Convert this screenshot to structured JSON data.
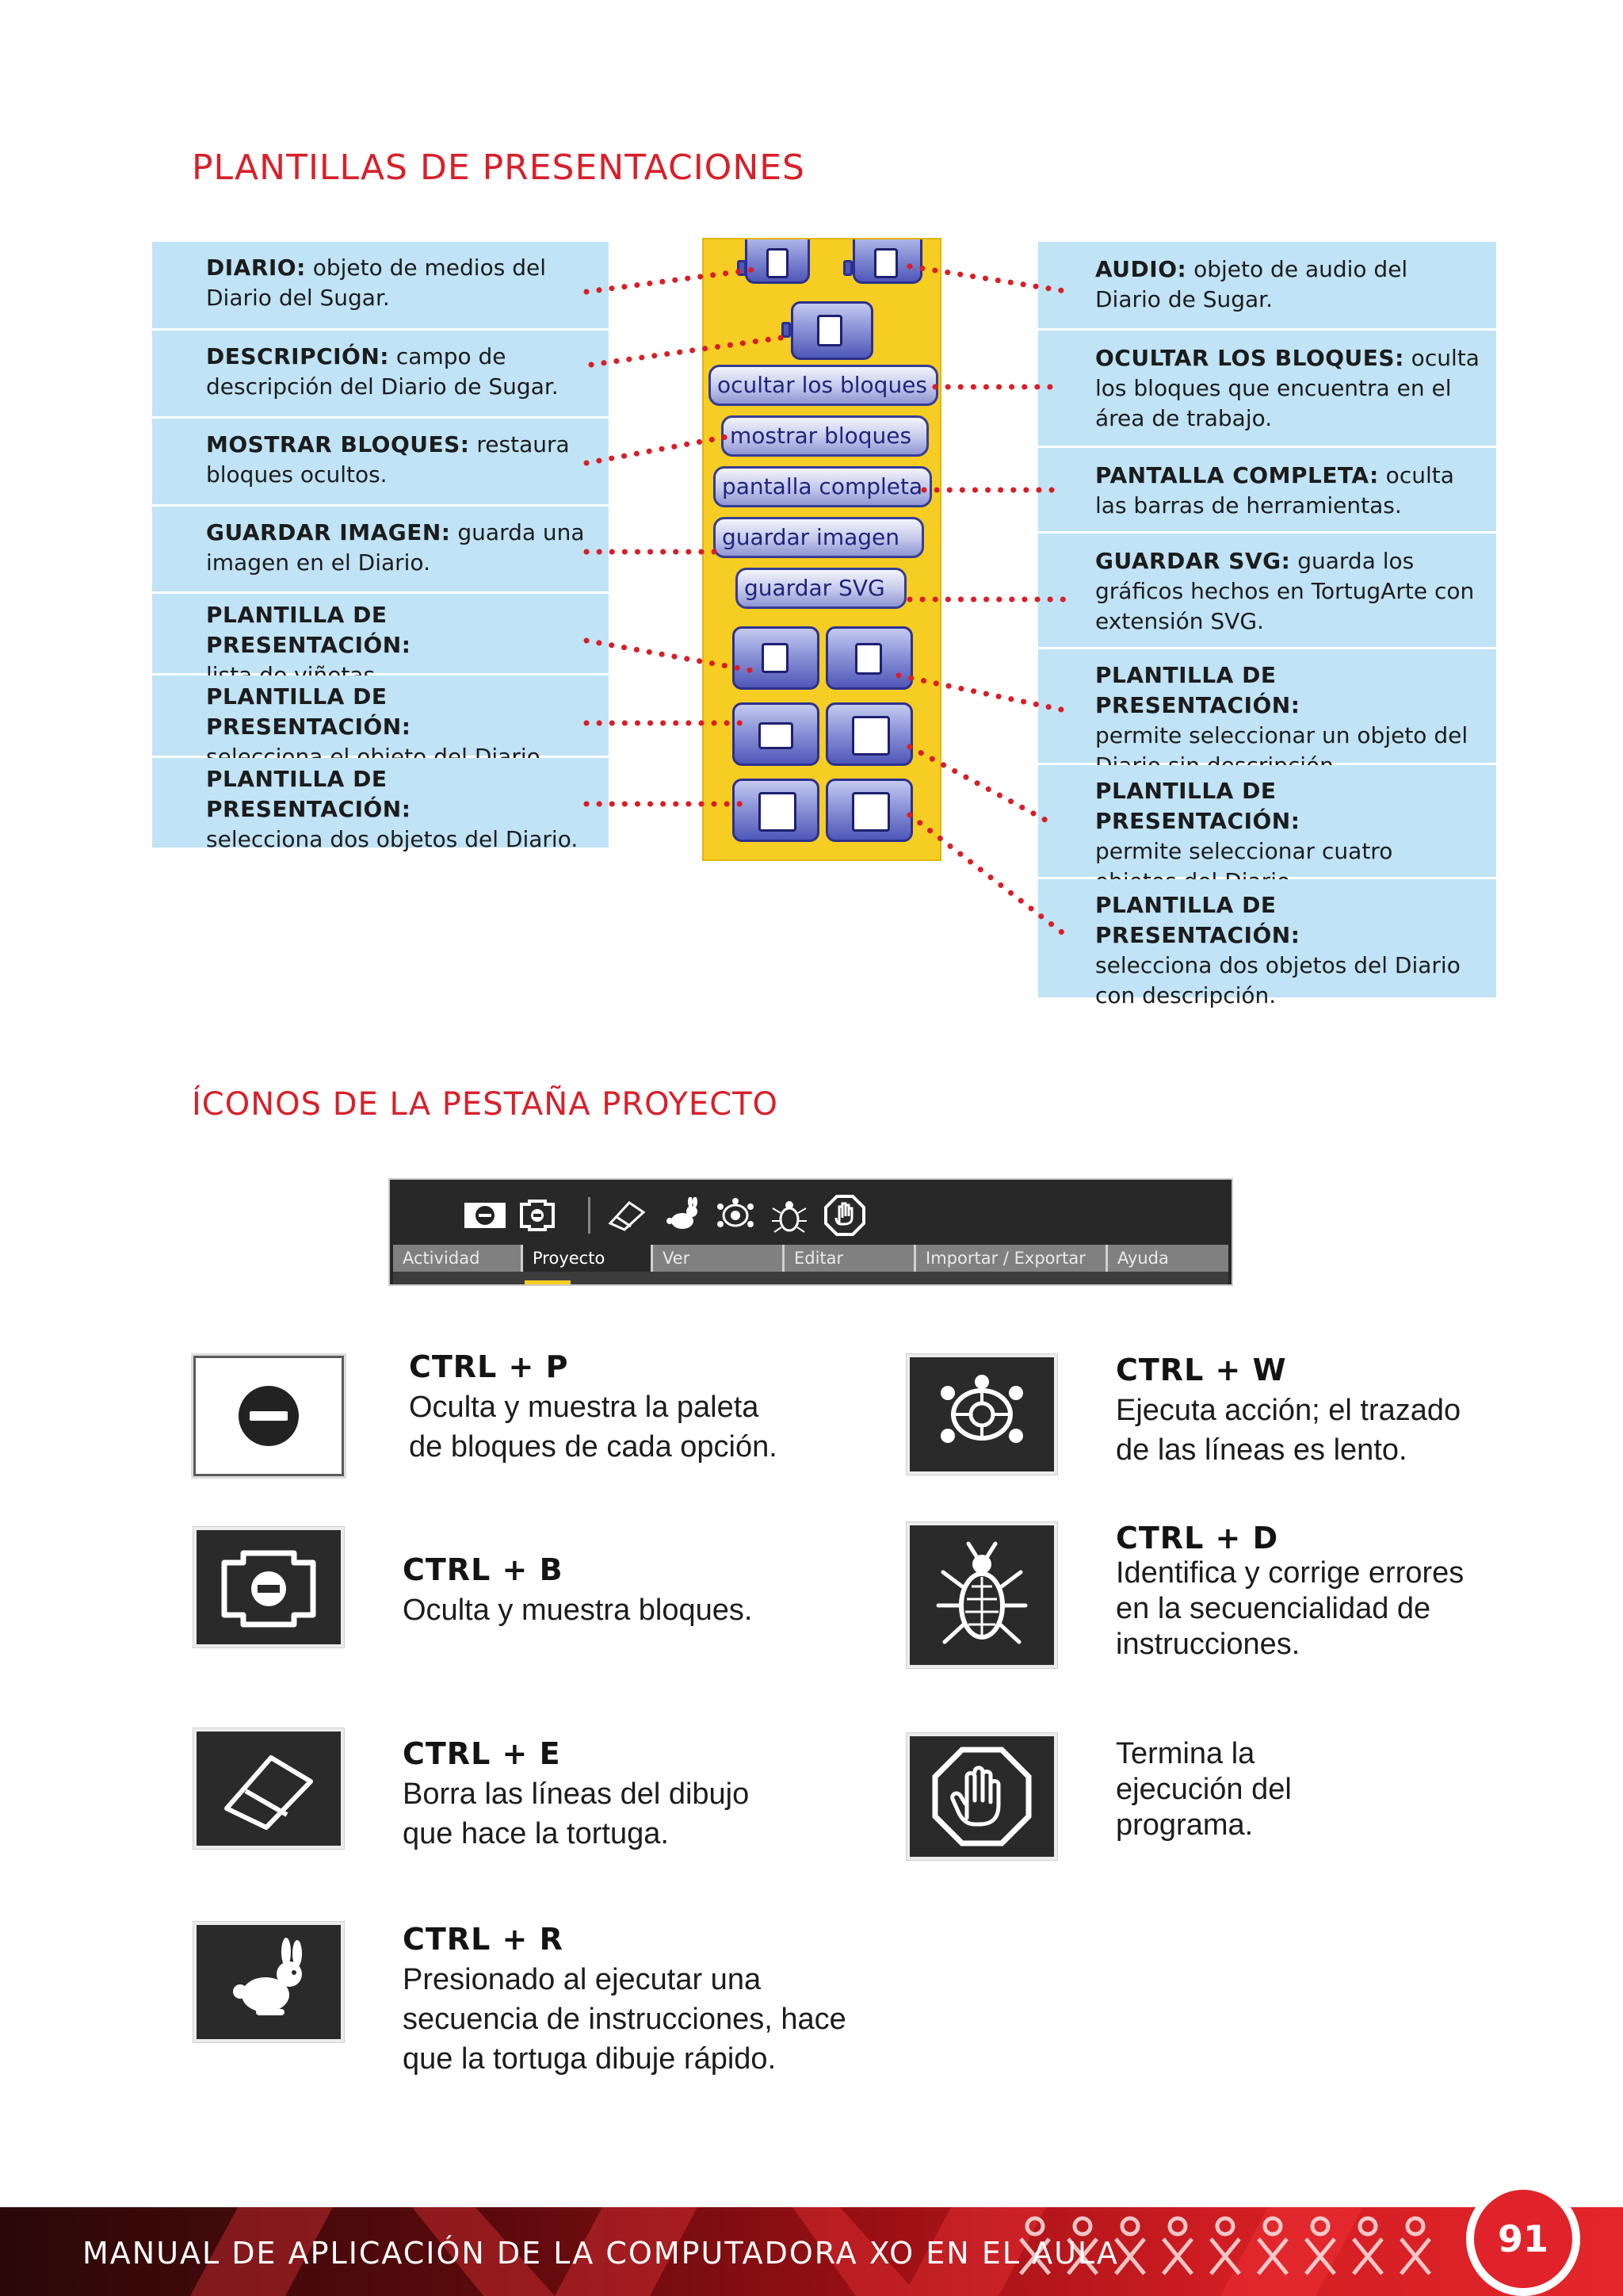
{
  "section1": {
    "title": "PLANTILLAS DE PRESENTACIONES",
    "left_callouts": [
      {
        "label": "DIARIO:",
        "text": " objeto de medios del Diario del Sugar."
      },
      {
        "label": "DESCRIPCIÓN:",
        "text": " campo de descripción del Diario de Sugar."
      },
      {
        "label": "MOSTRAR BLOQUES:",
        "text": " restaura bloques ocultos."
      },
      {
        "label": "GUARDAR IMAGEN:",
        "text": " guarda una imagen en el Diario."
      },
      {
        "label": "PLANTILLA DE PRESENTACIÓN:",
        "text": " lista de viñetas"
      },
      {
        "label": "PLANTILLA DE PRESENTACIÓN:",
        "text": " selecciona el objeto del Diario."
      },
      {
        "label": "PLANTILLA DE PRESENTACIÓN:",
        "text": " selecciona dos objetos del Diario."
      }
    ],
    "right_callouts": [
      {
        "label": "AUDIO:",
        "text": " objeto de audio del Diario de Sugar."
      },
      {
        "label": "OCULTAR LOS BLOQUES:",
        "text": " oculta los bloques que encuentra en el área de trabajo."
      },
      {
        "label": "PANTALLA COMPLETA:",
        "text": " oculta las barras de herramientas."
      },
      {
        "label": "GUARDAR SVG:",
        "text": " guarda los gráficos hechos en TortugArte con extensión SVG."
      },
      {
        "label": "PLANTILLA DE PRESENTACIÓN:",
        "text": " permite seleccionar un objeto del Diario sin descripción."
      },
      {
        "label": "PLANTILLA DE PRESENTACIÓN:",
        "text": " permite seleccionar cuatro objetos del Diario."
      },
      {
        "label": "PLANTILLA DE PRESENTACIÓN:",
        "text": " selecciona dos objetos del Diario con descripción."
      }
    ],
    "palette_blocks": [
      "ocultar los bloques",
      "mostrar bloques",
      "pantalla completa",
      "guardar imagen",
      "guardar SVG"
    ]
  },
  "section2": {
    "title": "ÍCONOS DE LA PESTAÑA PROYECTO",
    "toolbar_tabs": [
      "Actividad",
      "Proyecto",
      "Ver",
      "Editar",
      "Importar / Exportar",
      "Ayuda"
    ],
    "toolbar_icons": [
      "hide-palette-icon",
      "hide-blocks-icon",
      "eraser-icon",
      "rabbit-icon",
      "turtle-icon",
      "bug-icon",
      "stop-hand-icon"
    ],
    "items": [
      {
        "shortcut": "CTRL + P",
        "lines": [
          "Oculta y muestra la paleta",
          "de bloques de cada opción."
        ],
        "icon": "hide-palette-icon"
      },
      {
        "shortcut": "CTRL + B",
        "lines": [
          "Oculta y muestra bloques."
        ],
        "icon": "hide-blocks-icon"
      },
      {
        "shortcut": "CTRL + E",
        "lines": [
          "Borra las líneas del dibujo",
          "que hace la tortuga."
        ],
        "icon": "eraser-icon"
      },
      {
        "shortcut": "CTRL + R",
        "lines": [
          "Presionado al ejecutar una",
          "secuencia de instrucciones, hace",
          "que la tortuga dibuje rápido."
        ],
        "icon": "rabbit-icon"
      },
      {
        "shortcut": "CTRL + W",
        "lines": [
          "Ejecuta acción; el trazado",
          "de las líneas es lento."
        ],
        "icon": "turtle-icon"
      },
      {
        "shortcut": "CTRL + D",
        "lines": [
          "Identifica y corrige errores",
          "en la secuencialidad de",
          "instrucciones."
        ],
        "icon": "bug-icon"
      },
      {
        "shortcut": "",
        "lines": [
          "Termina la",
          "ejecución del",
          "programa."
        ],
        "icon": "stop-hand-icon"
      }
    ]
  },
  "footer": {
    "text": "MANUAL DE APLICACIÓN DE LA COMPUTADORA XO EN EL AULA",
    "page_number": "91"
  },
  "colors": {
    "accent_red": "#d8202a",
    "callout_blue": "#c0e3f5",
    "palette_yellow": "#f6cd22",
    "block_blue": "#4f58b8"
  }
}
